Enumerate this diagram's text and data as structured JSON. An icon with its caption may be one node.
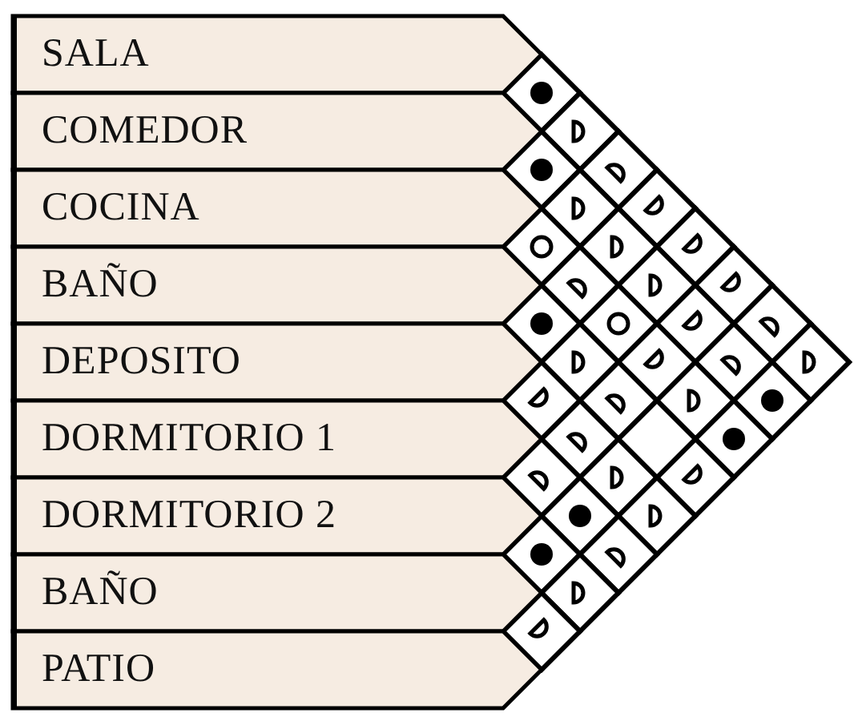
{
  "diagram": {
    "nodes": [
      {
        "text": [
          "SALA"
        ]
      },
      {
        "text": [
          "COMEDOR"
        ]
      },
      {
        "text": [
          "COCINA"
        ]
      },
      {
        "text": [
          "BAÑO"
        ]
      },
      {
        "text": [
          "DEPOSITO"
        ]
      },
      {
        "text": [
          "DORMITORIO 1"
        ]
      },
      {
        "text": [
          "DORMITORIO 2"
        ]
      },
      {
        "text": [
          "BAÑO"
        ]
      },
      {
        "text": [
          "PATIO"
        ]
      },
      {
        "text": [],
        "shape": "dot"
      },
      {
        "text": [],
        "shape": "semicircle"
      },
      {
        "text": [],
        "shape": "dot"
      },
      {
        "text": [],
        "shape": "semicircle"
      },
      {
        "text": [],
        "shape": "semicircle"
      },
      {
        "text": [],
        "shape": "semicircle"
      },
      {
        "text": [],
        "shape": "circle"
      },
      {
        "text": [],
        "shape": "semicircle"
      },
      {
        "text": [],
        "shape": "semicircle"
      },
      {
        "text": [],
        "shape": "semicircle"
      },
      {
        "text": [],
        "shape": "semicircle"
      },
      {
        "text": [],
        "shape": "semicircle"
      },
      {
        "text": [],
        "shape": "dot"
      },
      {
        "text": [],
        "shape": "circle"
      },
      {
        "text": [],
        "shape": "semicircle"
      },
      {
        "text": [],
        "shape": "semicircle"
      },
      {
        "text": [],
        "shape": "semicircle"
      },
      {
        "text": [],
        "shape": "semicircle"
      },
      {
        "text": [],
        "shape": "semicircle"
      },
      {
        "text": [],
        "shape": "semicircle"
      },
      {
        "text": [],
        "shape": "semicircle"
      },
      {
        "text": [],
        "shape": "semicircle"
      },
      {
        "text": [],
        "shape": "semicircle"
      },
      {
        "text": [],
        "shape": "dot"
      },
      {
        "text": [],
        "shape": "semicircle"
      },
      {
        "text": [],
        "shape": "diamond"
      },
      {
        "text": [],
        "shape": "dot"
      },
      {
        "text": [],
        "shape": "semicircle"
      },
      {
        "text": [],
        "shape": "semicircle"
      },
      {
        "text": [],
        "shape": "semicircle"
      },
      {
        "text": [],
        "shape": "dot"
      },
      {
        "text": [],
        "shape": "semicircle"
      },
      {
        "text": [],
        "shape": "dot"
      },
      {
        "text": [],
        "shape": "semicircle"
      },
      {
        "text": [],
        "shape": "semicircle"
      },
      {
        "text": [],
        "shape": "semicircle"
      }
    ]
  }
}
